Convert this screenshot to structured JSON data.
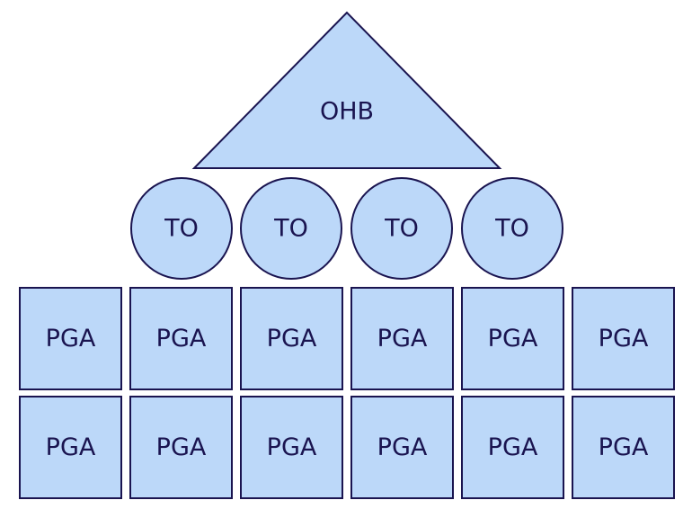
{
  "colors": {
    "fill": "#bcd8f9",
    "stroke": "#1a1450",
    "text": "#1a1450",
    "background": "#ffffff"
  },
  "apex": {
    "label": "OHB"
  },
  "circles": [
    {
      "label": "TO"
    },
    {
      "label": "TO"
    },
    {
      "label": "TO"
    },
    {
      "label": "TO"
    }
  ],
  "rows": [
    {
      "cells": [
        {
          "label": "PGA"
        },
        {
          "label": "PGA"
        },
        {
          "label": "PGA"
        },
        {
          "label": "PGA"
        },
        {
          "label": "PGA"
        },
        {
          "label": "PGA"
        }
      ]
    },
    {
      "cells": [
        {
          "label": "PGA"
        },
        {
          "label": "PGA"
        },
        {
          "label": "PGA"
        },
        {
          "label": "PGA"
        },
        {
          "label": "PGA"
        },
        {
          "label": "PGA"
        }
      ]
    }
  ]
}
